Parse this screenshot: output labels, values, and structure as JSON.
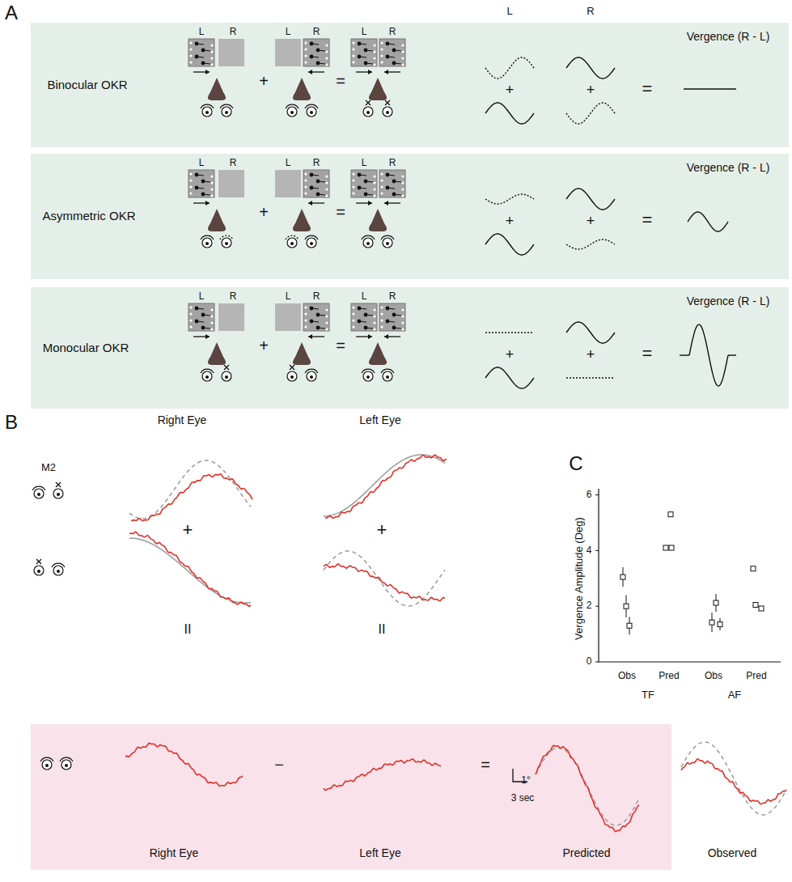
{
  "diagram": {
    "nodes": [
      {
        "text": [
          "Binocular OKR"
        ]
      },
      {
        "text": [
          "Asymmetric OKR"
        ]
      },
      {
        "text": [
          "Monocular OKR"
        ]
      },
      {
        "text": [
          "Right Eye",
          "−",
          "Left Eye",
          "=",
          "1°",
          "3 sec",
          "Predicted"
        ]
      }
    ],
    "labels": [
      "A",
      "L",
      "R",
      "L",
      "R",
      "L",
      "R",
      "L",
      "R",
      "+",
      "=",
      "+",
      "+",
      "=",
      "Vergence (R - L)",
      "L",
      "R",
      "L",
      "R",
      "L",
      "R",
      "+",
      "=",
      "+",
      "+",
      "=",
      "Vergence (R - L)",
      "L",
      "R",
      "L",
      "R",
      "L",
      "R",
      "+",
      "=",
      "+",
      "+",
      "=",
      "Vergence (R - L)",
      "B",
      "Right Eye",
      "Left Eye",
      "M2",
      "+",
      "+",
      "II",
      "II",
      "Observed",
      "C",
      "Vergence Amplitude (Deg)",
      "0",
      "2",
      "4",
      "6",
      "Obs",
      "Pred",
      "Obs",
      "Pred",
      "TF",
      "AF"
    ]
  }
}
